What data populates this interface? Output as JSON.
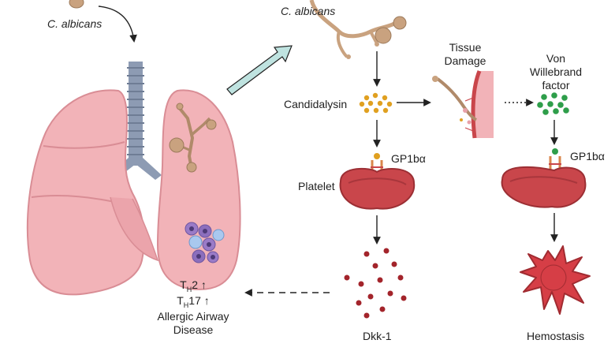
{
  "labels": {
    "c_albicans_left": "C. albicans",
    "c_albicans_top": "C. albicans",
    "tissue_damage_line1": "Tissue",
    "tissue_damage_line2": "Damage",
    "vwf_line1": "Von",
    "vwf_line2": "Willebrand",
    "vwf_line3": "factor",
    "candidalysin": "Candidalysin",
    "gp1b_left": "GP1bα",
    "gp1b_right": "GP1bα",
    "platelet": "Platelet",
    "th2_main": "T",
    "th2_sub": "H",
    "th2_rest": "2 ↑",
    "th17_main": "T",
    "th17_sub": "H",
    "th17_rest": "17 ↑",
    "allergic_line1": "Allergic Airway",
    "allergic_line2": "Disease",
    "dkk1": "Dkk-1",
    "hemostasis": "Hemostasis"
  },
  "colors": {
    "lung": "#f2b3b8",
    "lung_dark": "#d98d95",
    "trachea": "#8d9bb3",
    "fungus": "#c9a27f",
    "candidalysin_dots": "#e0a020",
    "vwf_dots": "#2e9e4a",
    "platelet": "#c9464b",
    "dkk1_dots": "#a3242b",
    "arrow_teal": "#bfe3e0"
  }
}
